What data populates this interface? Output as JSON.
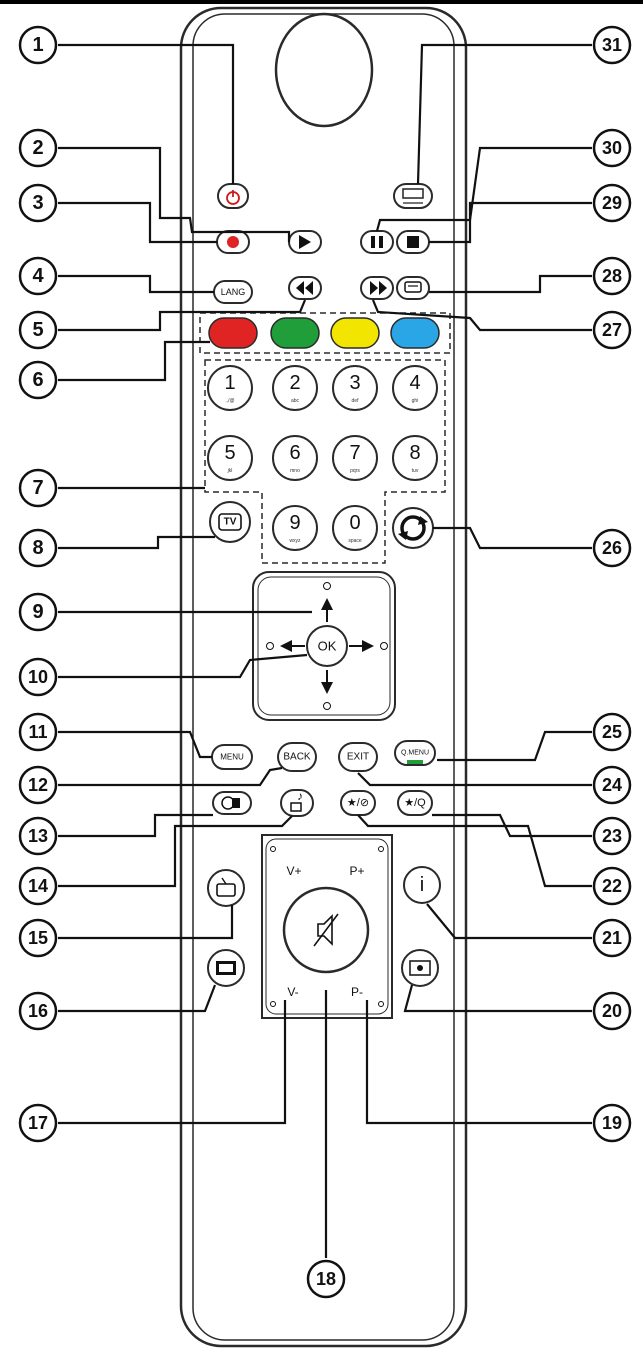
{
  "callouts": [
    "1",
    "2",
    "3",
    "4",
    "5",
    "6",
    "7",
    "8",
    "9",
    "10",
    "11",
    "12",
    "13",
    "14",
    "15",
    "16",
    "17",
    "18",
    "19",
    "20",
    "21",
    "22",
    "23",
    "24",
    "25",
    "26",
    "27",
    "28",
    "29",
    "30",
    "31"
  ],
  "buttons": {
    "lang": "LANG",
    "ok": "OK",
    "menu": "MENU",
    "back": "BACK",
    "exit": "EXIT",
    "qmenu": "Q.MENU",
    "tv": "TV",
    "info": "i",
    "vol_up": "V+",
    "vol_down": "V-",
    "prog_up": "P+",
    "prog_down": "P-",
    "fav": "★/⊘",
    "search": "★/Q"
  },
  "digits": [
    {
      "n": "1",
      "sub": ".,/@"
    },
    {
      "n": "2",
      "sub": "abc"
    },
    {
      "n": "3",
      "sub": "def"
    },
    {
      "n": "4",
      "sub": "ghi"
    },
    {
      "n": "5",
      "sub": "jkl"
    },
    {
      "n": "6",
      "sub": "mno"
    },
    {
      "n": "7",
      "sub": "pqrs"
    },
    {
      "n": "8",
      "sub": "tuv"
    },
    {
      "n": "9",
      "sub": "wxyz"
    },
    {
      "n": "0",
      "sub": "space"
    }
  ],
  "colors": {
    "red": "#e02424",
    "green": "#1f9e3a",
    "yellow": "#f2e600",
    "blue": "#2aa5e6",
    "line": "#2a2a2a"
  },
  "icons": [
    "power-icon",
    "play-icon",
    "record-icon",
    "pause-icon",
    "stop-icon",
    "rewind-icon",
    "fast-forward-icon",
    "subtitle-icon",
    "source-icon",
    "swap-icon",
    "mute-icon",
    "teletext-icon",
    "epg-icon",
    "media-browser-icon",
    "screen-mode-icon",
    "freeze-icon",
    "info-icon"
  ]
}
